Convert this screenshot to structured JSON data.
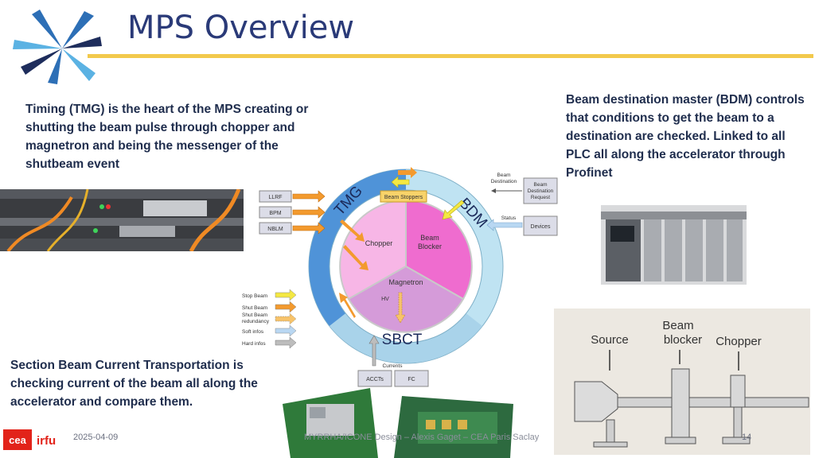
{
  "slide": {
    "title": "MPS Overview",
    "tmg_text": "Timing (TMG) is the heart of the MPS creating or shutting the beam pulse through chopper and magnetron and being the messenger of the shutbeam event",
    "bdm_text": "Beam destination master (BDM) controls that conditions to get the beam to a destination are checked. Linked to all PLC all along the accelerator through Profinet",
    "sbct_text": "Section Beam Current Transportation is checking current of the beam all along the accelerator and compare them."
  },
  "diagram": {
    "ring_labels": {
      "tmg": "TMG",
      "bdm": "BDM",
      "sbct": "SBCT"
    },
    "beam_stoppers": "Beam Stoppers",
    "segments": {
      "chopper": "Chopper",
      "beam_blocker_1": "Beam",
      "beam_blocker_2": "Blocker",
      "magnetron": "Magnetron",
      "hv": "HV"
    },
    "inputs_left": [
      "LLRF",
      "BPM",
      "NBLM"
    ],
    "beam_destination_label_1": "Beam",
    "beam_destination_label_2": "Destination",
    "bdr_1": "Beam",
    "bdr_2": "Destination",
    "bdr_3": "Request",
    "status_label": "Status",
    "devices": "Devices",
    "currents_label": "Currents",
    "bottom_boxes": [
      "ACCTs",
      "FC"
    ],
    "legend": [
      {
        "label": "Stop Beam",
        "color": "#f4e842"
      },
      {
        "label": "Shut Beam",
        "color": "#f39a2e"
      },
      {
        "label": "Shut Beam redundancy",
        "color": "#f7c36a"
      },
      {
        "label": "Soft infos",
        "color": "#b9d7f2"
      },
      {
        "label": "Hard infos",
        "color": "#bdbdbd"
      }
    ],
    "legend_shut_redundancy_1": "Shut Beam",
    "legend_shut_redundancy_2": "redundancy"
  },
  "sketch": {
    "source": "Source",
    "beam_1": "Beam",
    "blocker": "blocker",
    "chopper": "Chopper"
  },
  "footer": {
    "logo_left": "cea",
    "logo_right": "irfu",
    "date": "2025-04-09",
    "center": "MYRRHA/ICONE Design – Alexis Gaget – CEA Paris Saclay",
    "page": "14"
  },
  "colors": {
    "title": "#2a3a78",
    "accent_rule": "#f2c94c",
    "ring_blue": "#4f93d8",
    "ring_light": "#bfe3f2"
  }
}
